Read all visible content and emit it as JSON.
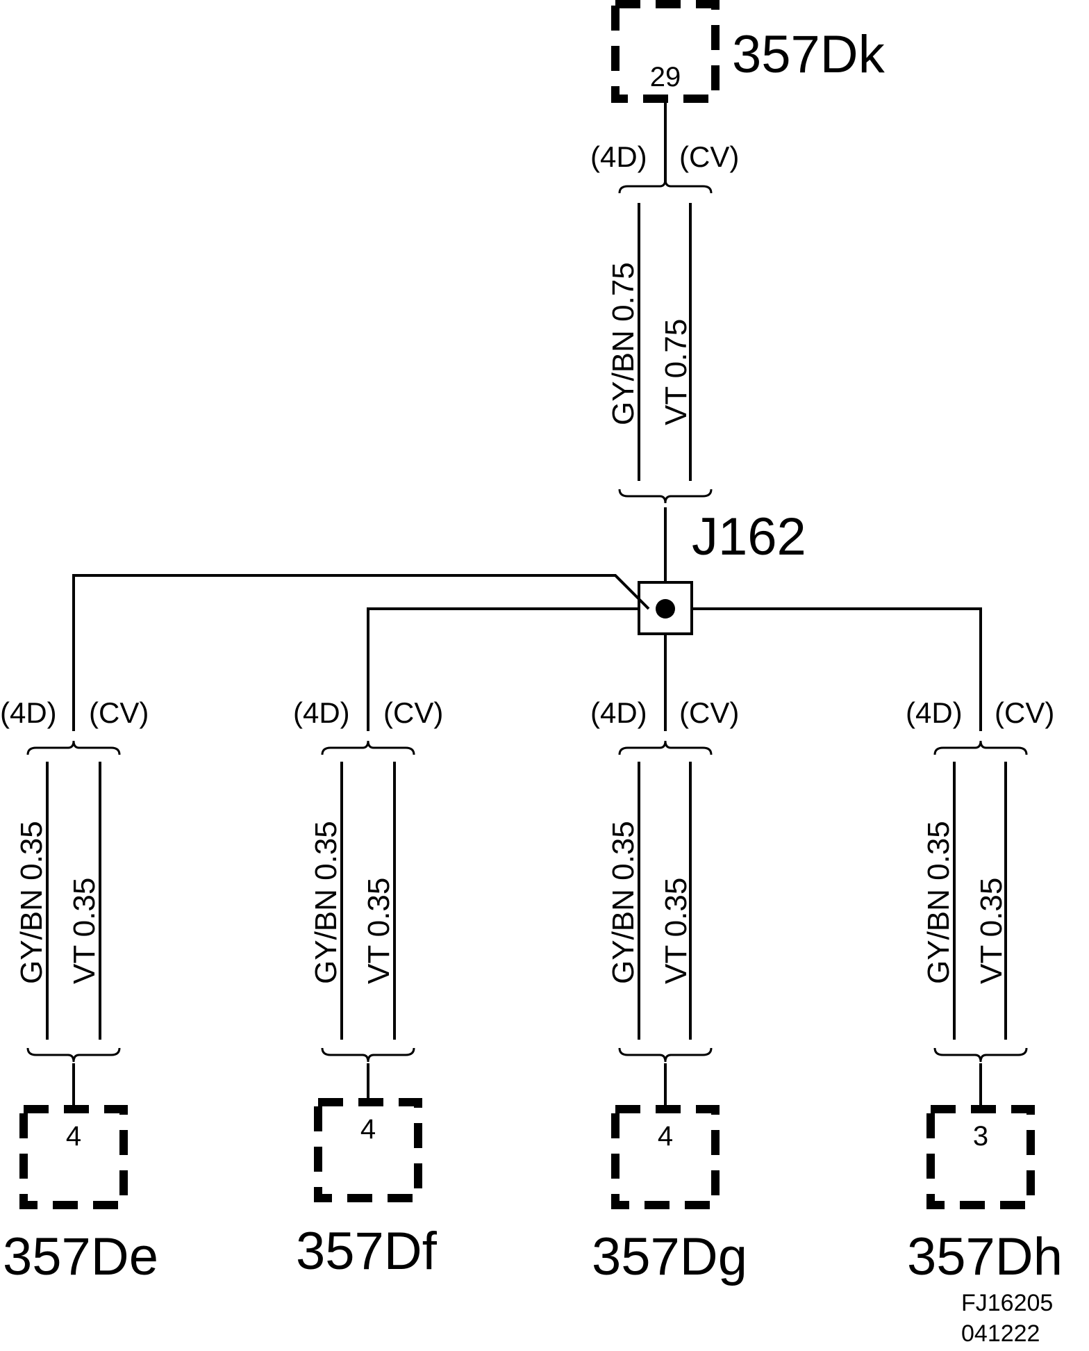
{
  "top_connector": {
    "name": "357Dk",
    "pin": "29"
  },
  "top_bundle": {
    "left_tag": "(4D)",
    "right_tag": "(CV)",
    "wire1": "GY/BN  0.75",
    "wire2": "VT  0.75"
  },
  "splice": {
    "name": "J162"
  },
  "branches": [
    {
      "connector": "357De",
      "pin": "4",
      "left_tag": "(4D)",
      "right_tag": "(CV)",
      "wire1": "GY/BN  0.35",
      "wire2": "VT  0.35"
    },
    {
      "connector": "357Df",
      "pin": "4",
      "left_tag": "(4D)",
      "right_tag": "(CV)",
      "wire1": "GY/BN  0.35",
      "wire2": "VT  0.35"
    },
    {
      "connector": "357Dg",
      "pin": "4",
      "left_tag": "(4D)",
      "right_tag": "(CV)",
      "wire1": "GY/BN  0.35",
      "wire2": "VT  0.35"
    },
    {
      "connector": "357Dh",
      "pin": "3",
      "left_tag": "(4D)",
      "right_tag": "(CV)",
      "wire1": "GY/BN  0.35",
      "wire2": "VT  0.35"
    }
  ],
  "reference": {
    "line1": "FJ16205",
    "line2": "041222"
  }
}
